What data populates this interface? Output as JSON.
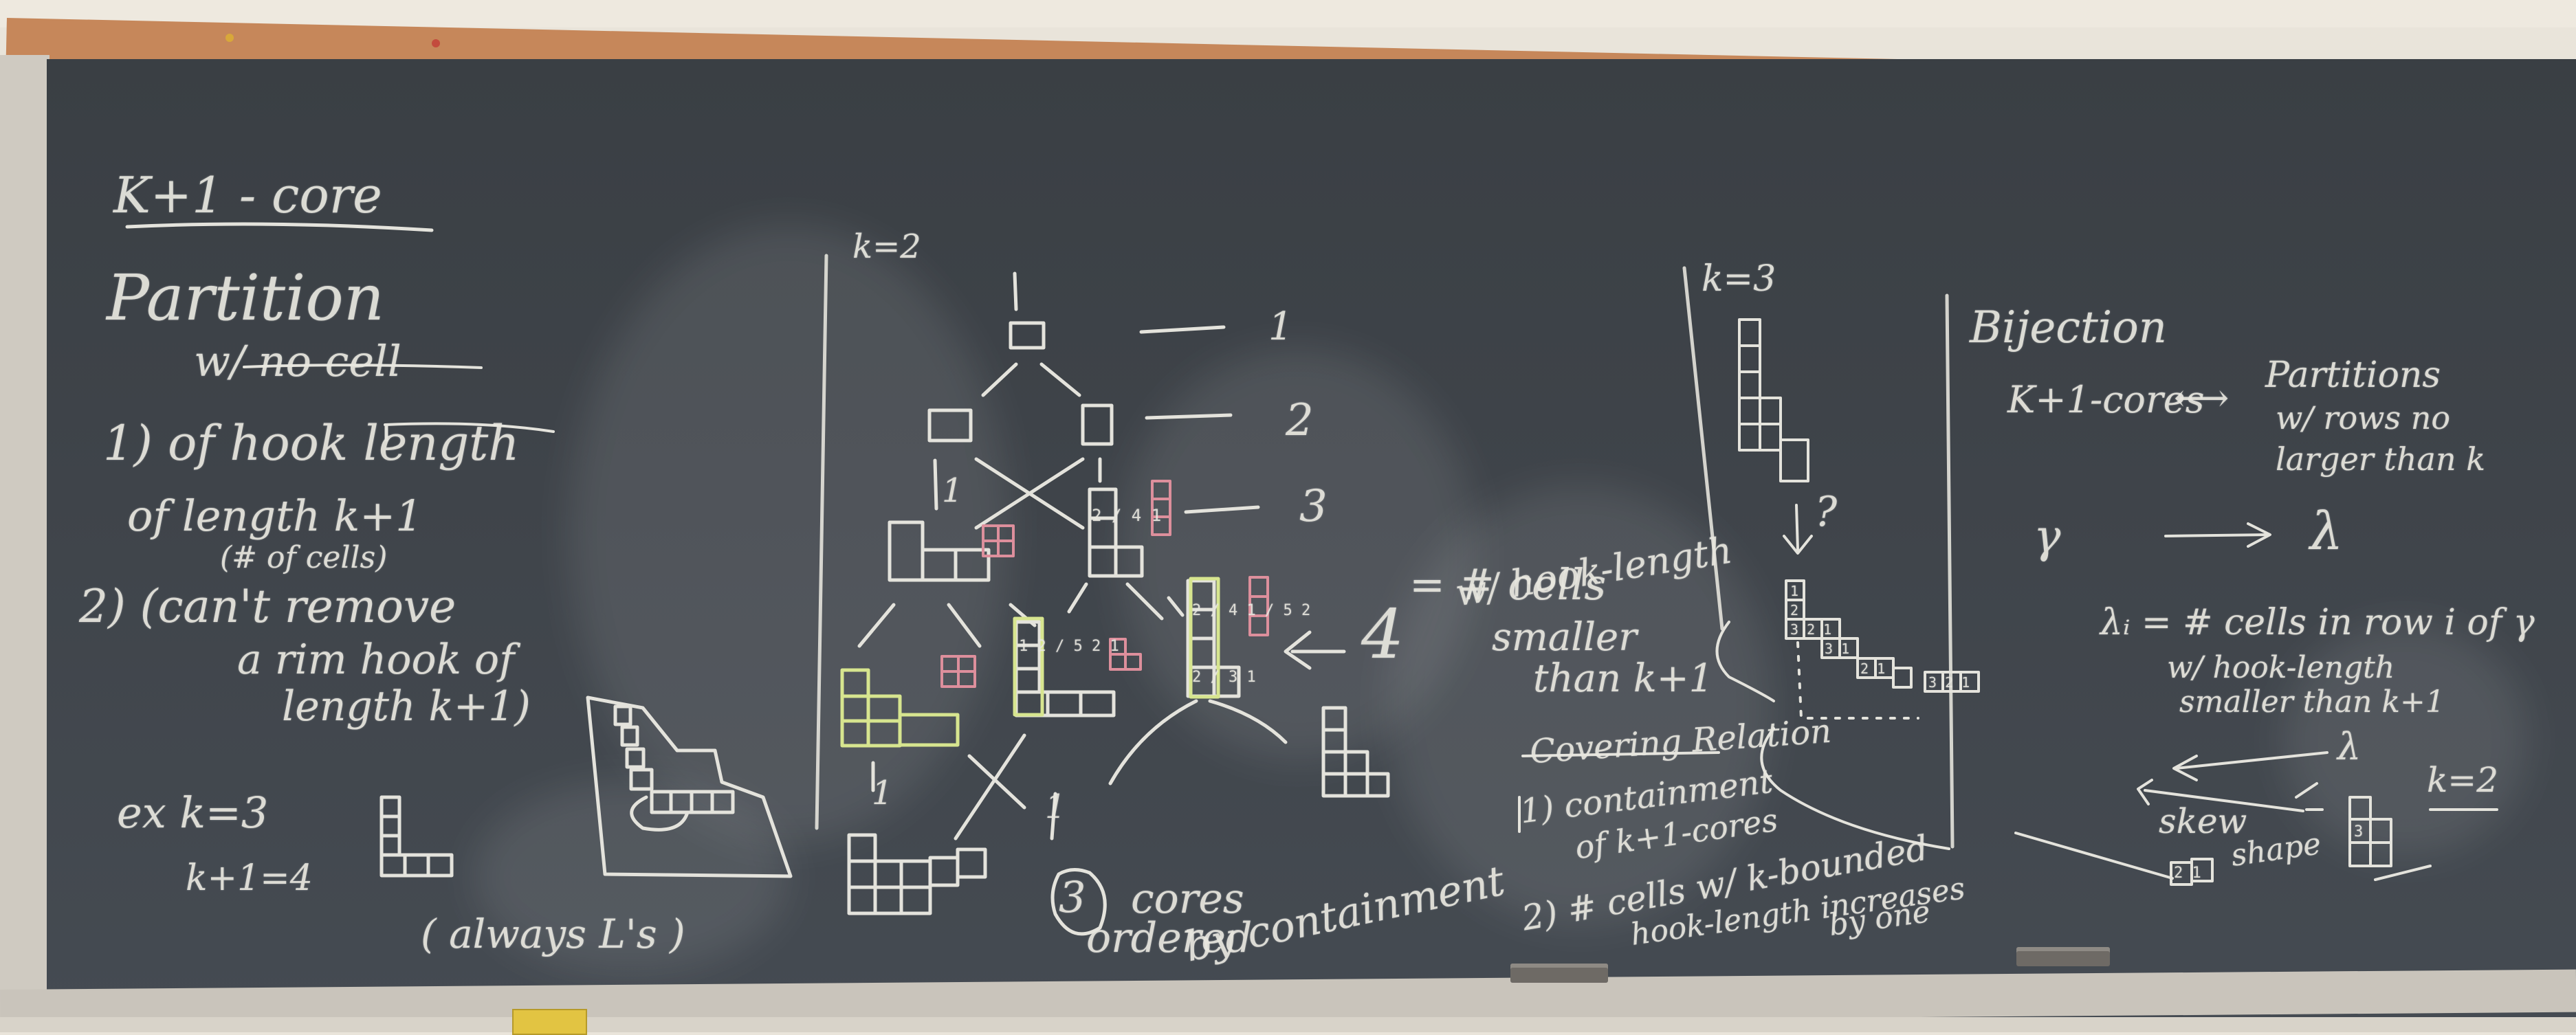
{
  "board": {
    "left": {
      "title": "K+1 - core",
      "partition": "Partition",
      "no_cell": "w/ no cell",
      "hook_length": "1) of hook length",
      "length_k1": "of length   k+1",
      "num_cells": "(# of cells)",
      "cant_remove": "2) (can't remove",
      "rim_hook": "a rim hook of",
      "length_k1_close": "length k+1)",
      "ex_k3": "ex  k=3",
      "k1_4": "k+1=4",
      "always": "( always L's )"
    },
    "middle": {
      "k2": "k=2",
      "rank_labels": [
        "1",
        "2",
        "3",
        "4"
      ],
      "hook_fill_a": "2 / 4 1",
      "hook_fill_b": "1 2 / 5 2 1",
      "hook_fill_c": "2 / 4 1 / 5 2",
      "hook_fill_d": "2 / 3 1",
      "cores_ordered": "cores",
      "ordered": "ordered",
      "by_containment": "by containment",
      "circled_3": "3",
      "ones": [
        "1",
        "1",
        "1"
      ]
    },
    "center": {
      "cells_hook": "= # cells",
      "w_hook": "w/ hook-length",
      "smaller_than": "smaller",
      "than_k1": "than k+1",
      "covering": "Covering Relation",
      "containment": "1) containment",
      "of_cores": "of k+1-cores",
      "num_cells_bounded": "2) # cells w/ k-bounded",
      "hook_length_increases": "hook-length increases",
      "by_one": "by one"
    },
    "k3_column": {
      "k3": "k=3",
      "question": "?",
      "fills": [
        "1",
        "2",
        "3 2 1",
        "3 1",
        "2 1",
        "3 2 1"
      ]
    },
    "right": {
      "bijection": "Bijection",
      "k1_cores": "K+1-cores",
      "partitions": "Partitions",
      "rows_no": "w/ rows no",
      "larger_than": "larger than k",
      "gamma": "γ",
      "lambda": "λ",
      "lambda_i": "λᵢ = # cells in row i of γ",
      "w_hook_length": "w/ hook-length",
      "smaller_than_k1": "smaller than k+1",
      "skew": "skew",
      "shape": "shape",
      "k2": "k=2",
      "skew_fill": "2 1",
      "box_fill": "3"
    }
  },
  "colors": {
    "board": "#3f444a",
    "chalk_white": "#e8e7df",
    "chalk_pink": "#e29aa5",
    "chalk_yellow": "#dbe79b",
    "cork": "#c6875a"
  }
}
